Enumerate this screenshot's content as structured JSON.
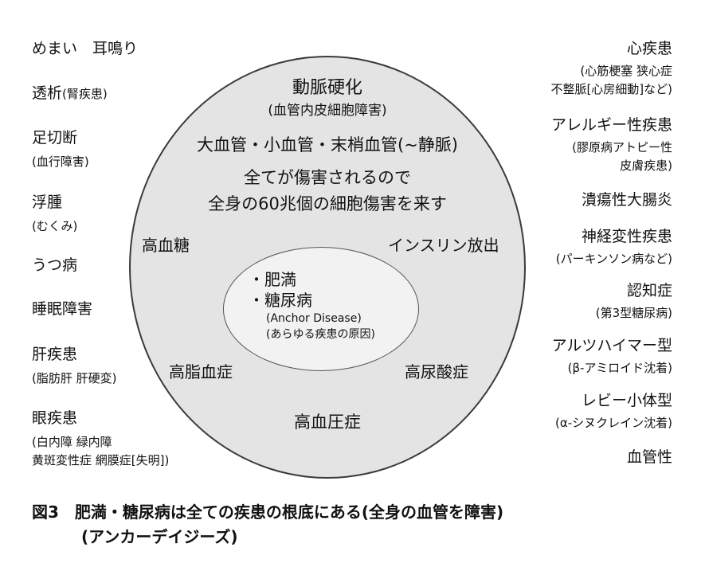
{
  "left_items": [
    {
      "main": "めまい　耳鳴り",
      "sub": []
    },
    {
      "main": "透析",
      "inline_sub": "(腎疾患)",
      "sub": []
    },
    {
      "main": "足切断",
      "sub": [
        "(血行障害)"
      ]
    },
    {
      "main": "浮腫",
      "sub": [
        "(むくみ)"
      ]
    },
    {
      "main": "うつ病",
      "sub": []
    },
    {
      "main": "睡眠障害",
      "sub": []
    },
    {
      "main": "肝疾患",
      "sub": [
        "(脂肪肝 肝硬変)"
      ]
    },
    {
      "main": "眼疾患",
      "sub": [
        "(白内障 緑内障",
        "黄斑変性症 網膜症[失明])"
      ]
    }
  ],
  "right_items": [
    {
      "main": "心疾患",
      "sub": [
        "(心筋梗塞 狭心症",
        "不整脈[心房細動]など)"
      ]
    },
    {
      "main": "アレルギー性疾患",
      "sub": [
        "(膠原病アトピー性",
        "皮膚疾患)"
      ]
    },
    {
      "main": "潰瘍性大腸炎",
      "sub": []
    },
    {
      "main": "神経変性疾患",
      "sub": [
        "(パーキンソン病など)"
      ]
    },
    {
      "main": "認知症",
      "sub": [
        "(第3型糖尿病)"
      ]
    },
    {
      "main": "アルツハイマー型",
      "sub": [
        "(β-アミロイド沈着)"
      ]
    },
    {
      "main": "レビー小体型",
      "sub": [
        "(α-シヌクレイン沈着)"
      ]
    },
    {
      "main": "血管性",
      "sub": []
    }
  ],
  "outer": {
    "title": "動脈硬化",
    "subtitle": "(血管内皮細胞障害)",
    "vessels": "大血管・小血管・末梢血管(~静脈)",
    "damage_line1": "全てが傷害されるので",
    "damage_line2": "全身の60兆個の細胞傷害を来す",
    "hyperglycemia": "高血糖",
    "insulin": "インスリン放出",
    "dyslipidemia": "高脂血症",
    "hyperuricemia": "高尿酸症",
    "hypertension": "高血圧症"
  },
  "inner": {
    "item1": "・肥満",
    "item2": "・糖尿病",
    "english": "(Anchor Disease)",
    "note": "(あらゆる疾患の原因)"
  },
  "caption": {
    "line1": "図3　肥満・糖尿病は全ての疾患の根底にある(全身の血管を障害)",
    "line2": "(アンカーデイジーズ)"
  }
}
